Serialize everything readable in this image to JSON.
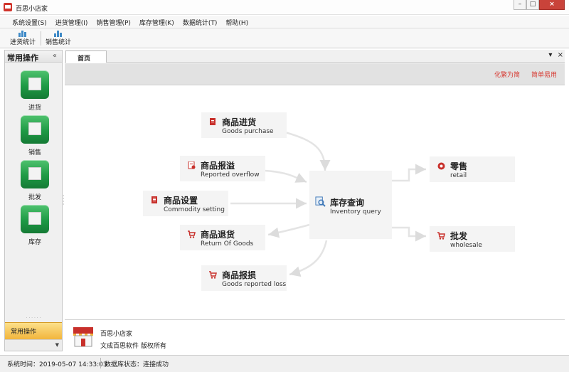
{
  "window": {
    "title": "百思小店家"
  },
  "menu": [
    "系统设置(S)",
    "进货管理(I)",
    "销售管理(P)",
    "库存管理(K)",
    "数据统计(T)",
    "帮助(H)"
  ],
  "toolbar": {
    "btn1": "进货统计",
    "btn2": "销售统计"
  },
  "left_panel": {
    "title": "常用操作",
    "collapse": "«",
    "tiles": [
      "进货",
      "销售",
      "批发",
      "库存"
    ],
    "bottom_tab": "常用操作"
  },
  "tabs": {
    "home": "首页"
  },
  "subbar": {
    "link1": "化繁为简",
    "link2": "简单易用"
  },
  "nodes": {
    "purchase": {
      "title": "商品进货",
      "sub": "Goods purchase"
    },
    "overflow": {
      "title": "商品报溢",
      "sub": "Reported overflow"
    },
    "setting": {
      "title": "商品设置",
      "sub": "Commodity setting"
    },
    "return": {
      "title": "商品退货",
      "sub": "Return Of Goods"
    },
    "loss": {
      "title": "商品报损",
      "sub": "Goods reported loss"
    },
    "inventory": {
      "title": "库存查询",
      "sub": "Inventory query"
    },
    "retail": {
      "title": "零售",
      "sub": "retail"
    },
    "wholesale": {
      "title": "批发",
      "sub": "wholesale"
    }
  },
  "footer": {
    "line1": "百思小店家",
    "line2": "文成百思软件  版权所有"
  },
  "status": {
    "time": "系统时间：2019-05-07 14:33:03",
    "db": "数据库状态：连接成功"
  },
  "colors": {
    "accent_red": "#d73a32",
    "tile_green": "#1e9a45",
    "tab_yellow": "#f2b53c"
  }
}
